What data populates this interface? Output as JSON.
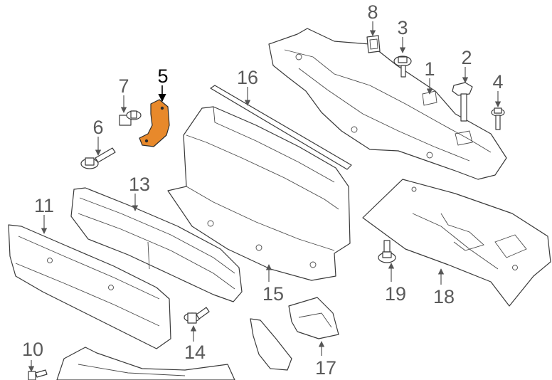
{
  "callouts": {
    "c1": "1",
    "c2": "2",
    "c3": "3",
    "c4": "4",
    "c5": "5",
    "c6": "6",
    "c7": "7",
    "c8": "8",
    "c10": "10",
    "c11": "11",
    "c13": "13",
    "c14": "14",
    "c15": "15",
    "c16": "16",
    "c17": "17",
    "c18": "18",
    "c19": "19"
  },
  "colors": {
    "highlight": "#e8892b",
    "line": "#3a3a3a",
    "callout": "#5a5a5a"
  }
}
